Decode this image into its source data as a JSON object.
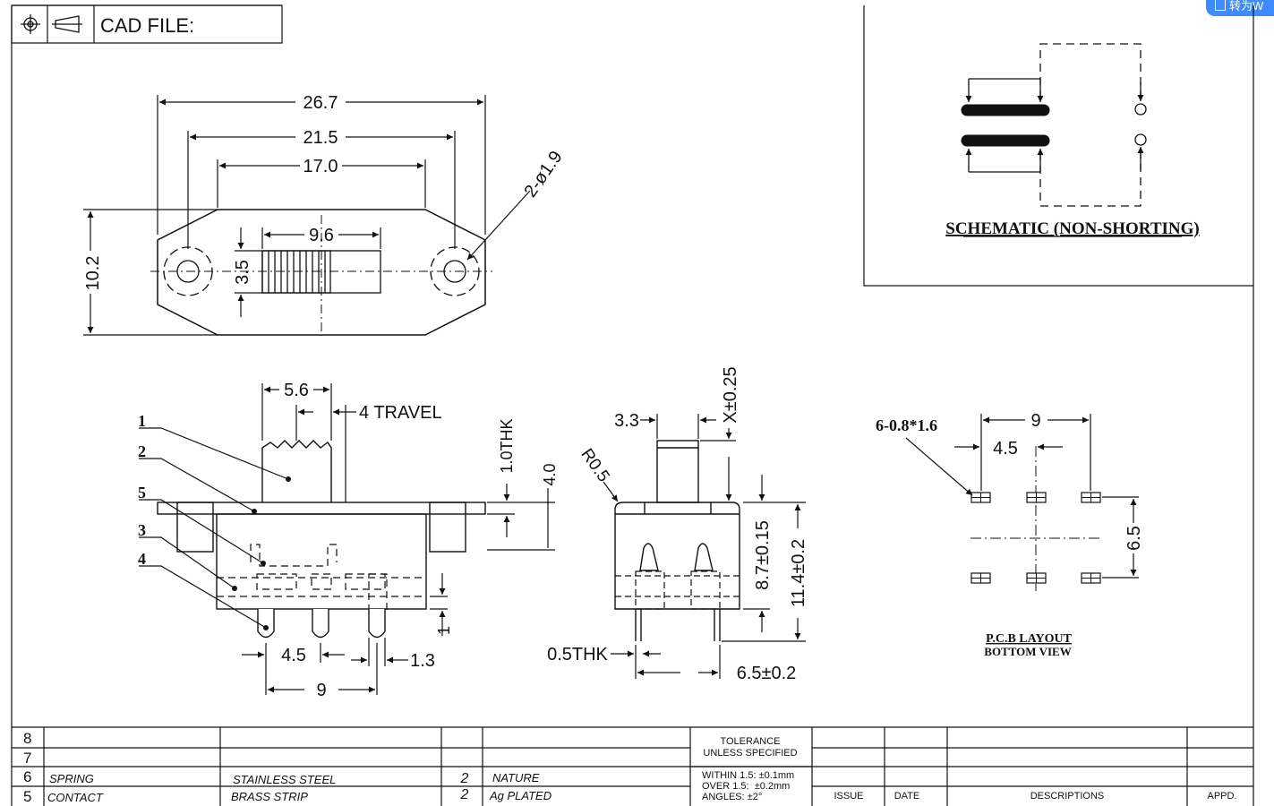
{
  "header": {
    "cad_label": "CAD FILE:",
    "convert_button": "转为W"
  },
  "top_view": {
    "dim_overall": "26.7",
    "dim_holes": "21.5",
    "dim_slot": "17.0",
    "dim_height": "10.2",
    "dim_knob_width": "9.6",
    "dim_knob_height": "3.5",
    "hole_callout": "2-ø1.9"
  },
  "schematic": {
    "title": "SCHEMATIC (NON-SHORTING)"
  },
  "side_view": {
    "dim_actuator": "5.6",
    "travel": "4  TRAVEL",
    "thk": "1.0THK",
    "dim_4": "4.0",
    "dim_1": "1",
    "pin_pitch": "4.5",
    "pin_width": "1.3",
    "pin_span": "9",
    "callouts": [
      "1",
      "2",
      "5",
      "3",
      "4"
    ]
  },
  "end_view": {
    "dim_33": "3.3",
    "dim_x": "X±0.25",
    "radius": "R0.5",
    "dim_87": "8.7±0.15",
    "dim_114": "11.4±0.2",
    "thk": "0.5THK",
    "dim_65": "6.5±0.2"
  },
  "pcb": {
    "pad_callout": "6-0.8*1.6",
    "dim_9": "9",
    "dim_45": "4.5",
    "dim_65": "6.5",
    "title": "P.C.B LAYOUT",
    "subtitle": "BOTTOM VIEW"
  },
  "title_block": {
    "rows": [
      {
        "num": "8",
        "part": "",
        "material": "",
        "qty": "",
        "finish": ""
      },
      {
        "num": "7",
        "part": "",
        "material": "",
        "qty": "",
        "finish": ""
      },
      {
        "num": "6",
        "part": "SPRING",
        "material": "STAINLESS STEEL",
        "qty": "2",
        "finish": "NATURE"
      },
      {
        "num": "5",
        "part": "CONTACT",
        "material": "BRASS STRIP",
        "qty": "2",
        "finish": "Ag PLATED"
      }
    ],
    "tolerance_title": "TOLERANCE",
    "tolerance_sub": "UNLESS SPECIFIED",
    "tol_1": "WITHIN 1.5: ±0.1mm",
    "tol_2": "OVER 1.5:  ±0.2mm",
    "tol_3": "ANGLES: ±2°",
    "issue": "ISSUE",
    "date": "DATE",
    "descriptions": "DESCRIPTIONS",
    "appd": "APPD."
  }
}
